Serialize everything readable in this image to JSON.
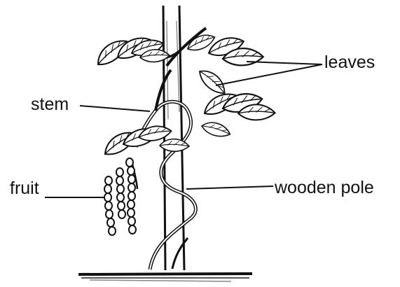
{
  "labels": {
    "leaves": "leaves",
    "stem": "stem",
    "fruit": "fruit",
    "wooden_pole": "wooden pole"
  },
  "colors": {
    "ink": "#111111",
    "background": "#ffffff",
    "shade": "#555555"
  }
}
